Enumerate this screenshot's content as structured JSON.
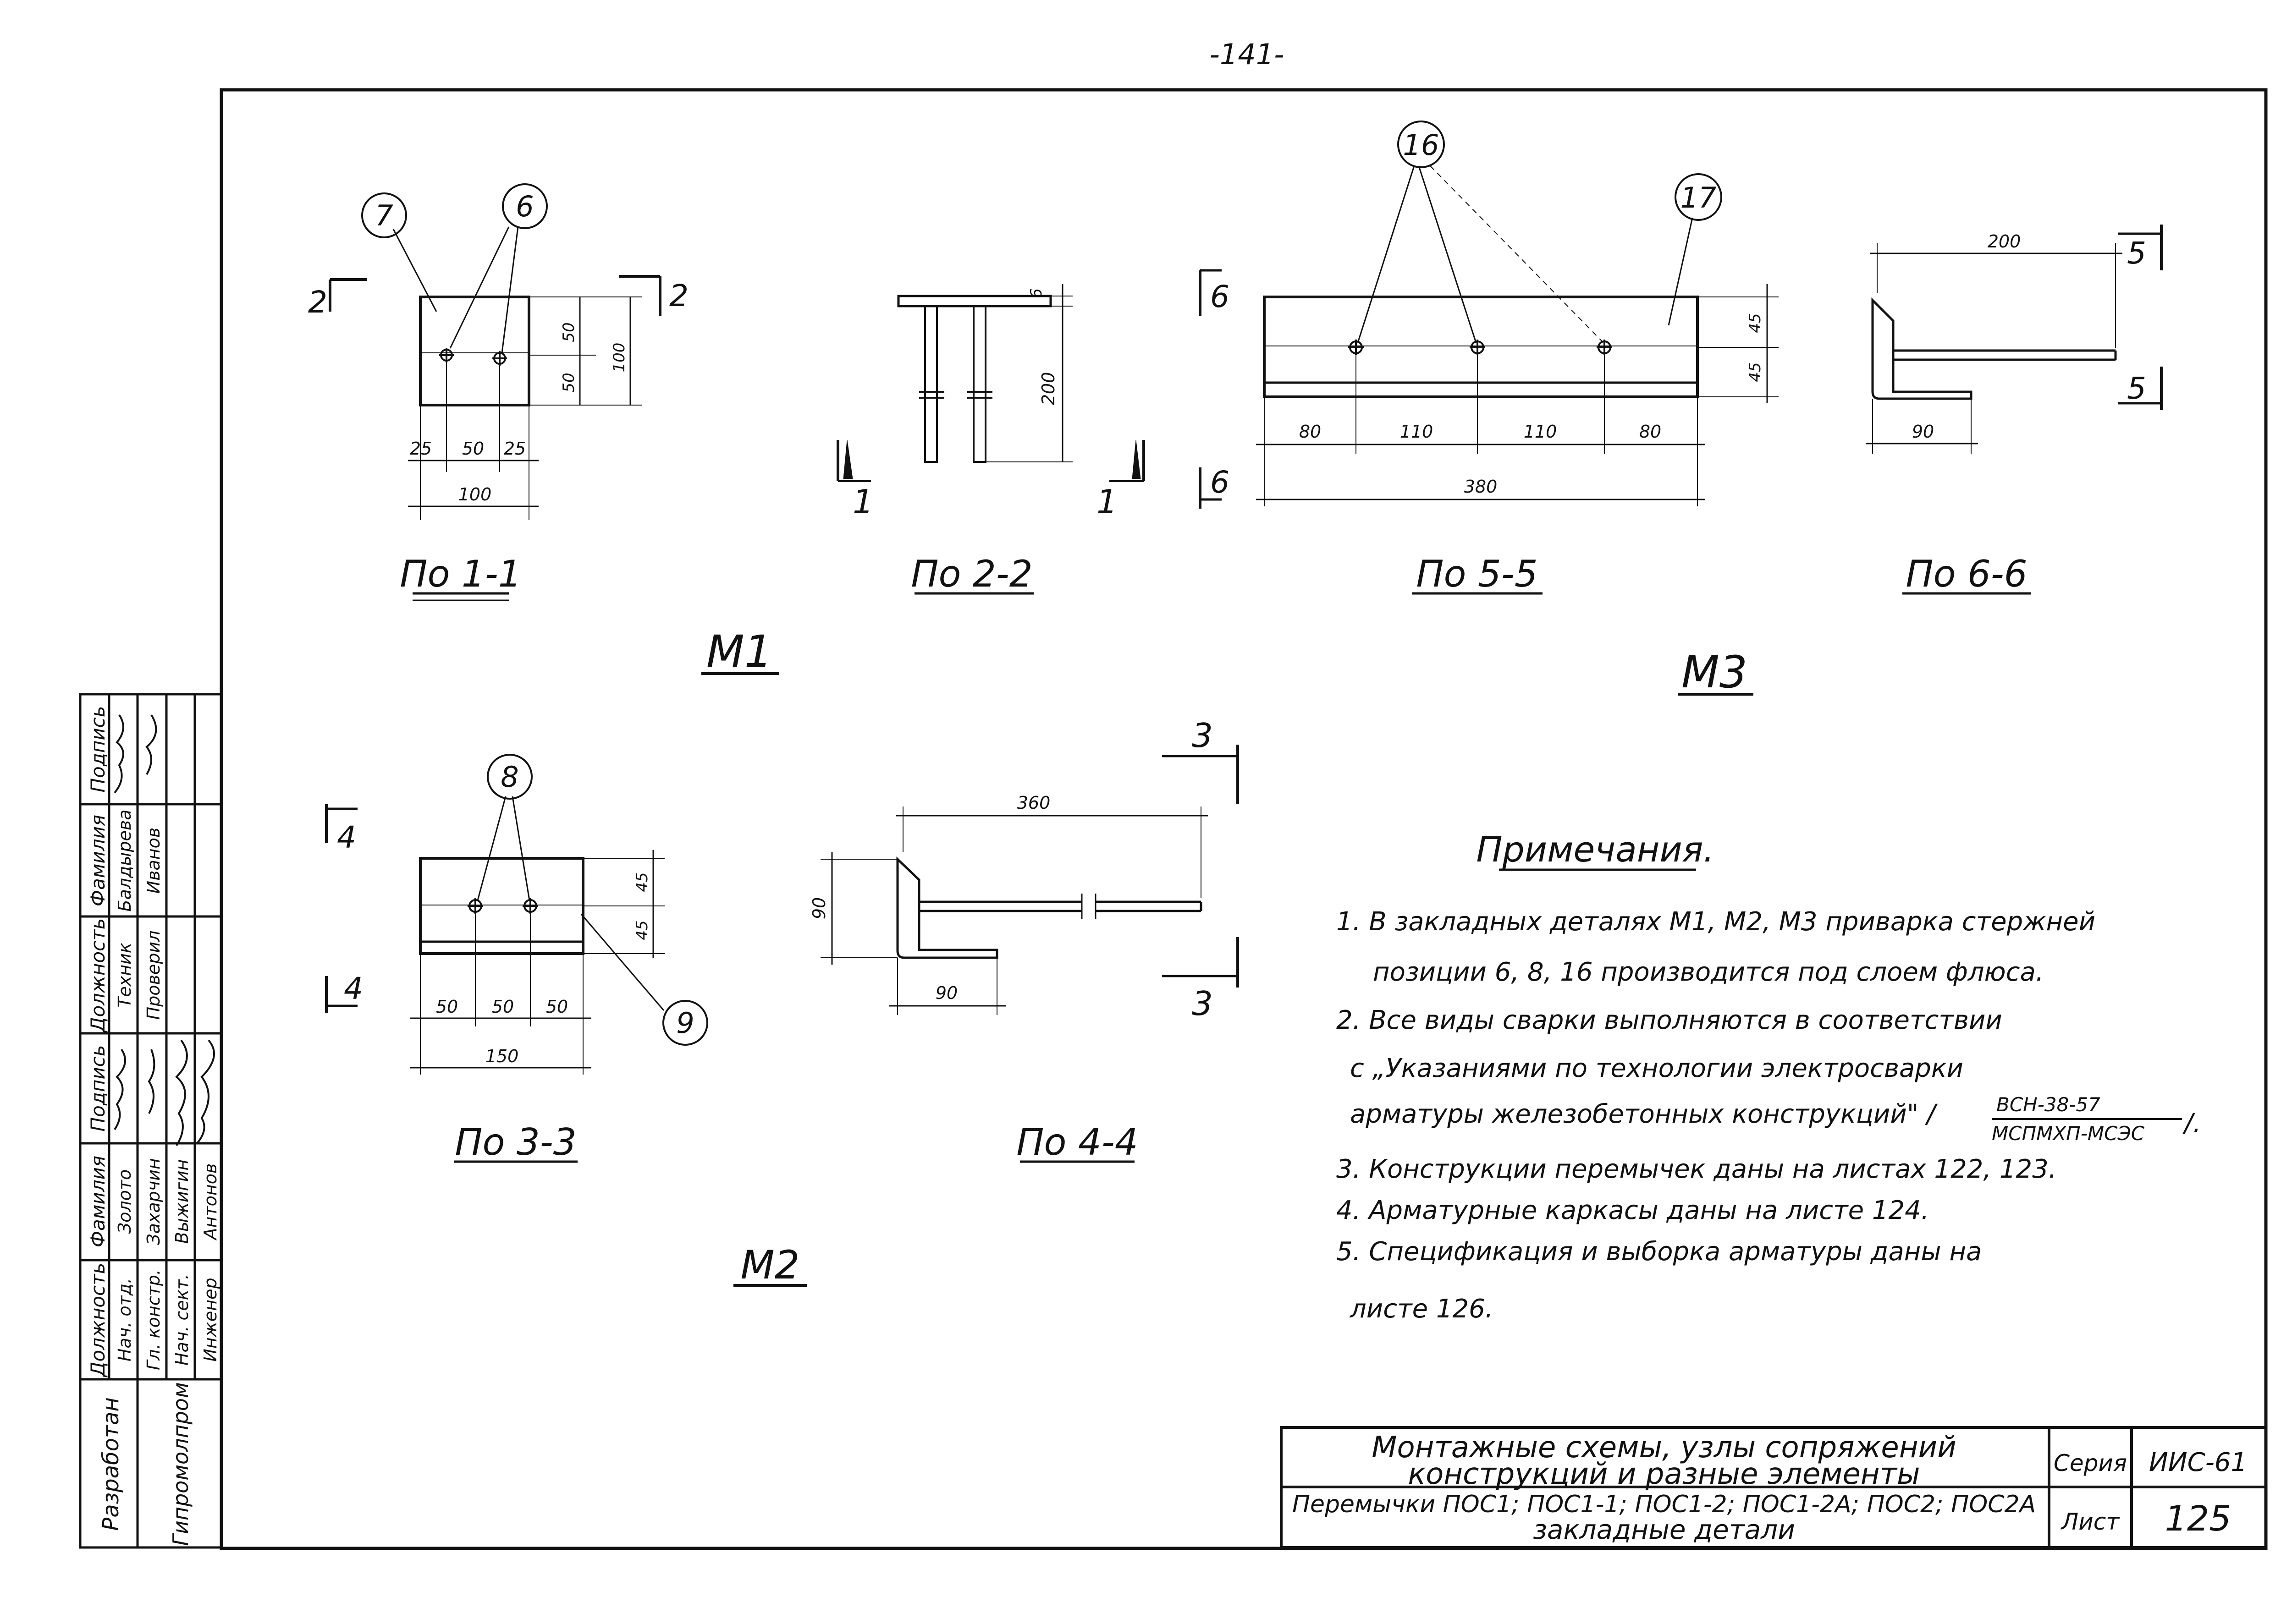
{
  "page_number": "-141-",
  "views": {
    "v11": {
      "title": "По 1-1",
      "cut": "2",
      "callouts": [
        "7",
        "6"
      ],
      "dims": {
        "v1": "50",
        "v2": "50",
        "vtotal": "100",
        "h1": "25",
        "h2": "50",
        "h3": "25",
        "htotal": "100"
      }
    },
    "v22": {
      "title": "По 2-2",
      "cut": "1",
      "dims": {
        "top": "6",
        "height": "200"
      }
    },
    "v55": {
      "title": "По 5-5",
      "cut": "6",
      "callouts": [
        "16",
        "17"
      ],
      "dims": {
        "v1": "45",
        "v2": "45",
        "h1": "80",
        "h2": "110",
        "h3": "110",
        "h4": "80",
        "htotal": "380"
      }
    },
    "v66": {
      "title": "По 6-6",
      "cut": "5",
      "dims": {
        "length": "200",
        "width": "90"
      }
    },
    "v33": {
      "title": "По 3-3",
      "cut": "4",
      "callouts": [
        "8",
        "9"
      ],
      "dims": {
        "v1": "45",
        "v2": "45",
        "h1": "50",
        "h2": "50",
        "h3": "50",
        "htotal": "150"
      }
    },
    "v44": {
      "title": "По 4-4",
      "cut": "3",
      "dims": {
        "length": "360",
        "height": "90",
        "width": "90"
      }
    }
  },
  "groups": {
    "m1": "М1",
    "m2": "М2",
    "m3": "М3"
  },
  "notes": {
    "heading": "Примечания.",
    "lines": [
      "1. В закладных деталях М1, М2, М3 приварка стержней",
      "позиции 6, 8, 16 производится под слоем флюса.",
      "2. Все виды сварки выполняются в соответствии",
      "с „Указаниями по технологии электросварки",
      "арматуры железобетонных конструкций\" /",
      "3. Конструкции перемычек даны на листах 122, 123.",
      "4. Арматурные каркасы даны на листе 124.",
      "5. Спецификация и выборка арматуры даны на",
      "листе 126."
    ],
    "fraction_top": "ВСН-38-57",
    "fraction_bottom": "МСПМХП-МСЭС",
    "fraction_close": "/."
  },
  "left_stamp": {
    "headers": [
      "Должность",
      "Фамилия",
      "Подпись",
      "Должность",
      "Фамилия",
      "Подпись"
    ],
    "col1": [
      "Нач. отд.",
      "Гл. констр.",
      "Нач. сект.",
      "Инженер"
    ],
    "col2": [
      "Золото",
      "Захарчин",
      "Выжигин",
      "Антонов"
    ],
    "col4": [
      "Техник",
      "Проверил"
    ],
    "col5": [
      "Балдырева",
      "Иванов"
    ],
    "dev_label": "Разработан",
    "org": "Гипромолпром"
  },
  "title_block": {
    "line1": "Монтажные схемы, узлы сопряжений",
    "line2": "конструкций и разные элементы",
    "line3": "Перемычки ПОС1; ПОС1-1; ПОС1-2; ПОС1-2А; ПОС2; ПОС2А",
    "line4": "закладные детали",
    "series_label": "Серия",
    "series_value": "ИИС-61",
    "sheet_label": "Лист",
    "sheet_value": "125"
  }
}
